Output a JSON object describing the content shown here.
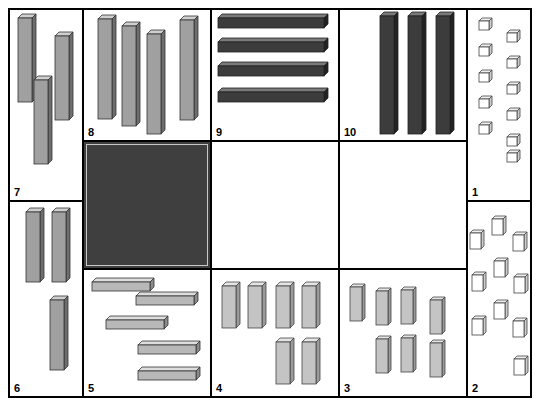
{
  "diagram": {
    "nodes": [
      {
        "text": [
          "7"
        ]
      },
      {
        "text": [
          "8"
        ]
      },
      {
        "text": [
          "9"
        ]
      },
      {
        "text": [
          "10"
        ]
      },
      {
        "text": [
          "1"
        ]
      },
      {
        "text": [
          "6"
        ]
      },
      {
        "text": [
          "2"
        ]
      },
      {
        "text": [
          "5"
        ]
      },
      {
        "text": [
          "4"
        ]
      },
      {
        "text": [
          "3"
        ]
      }
    ]
  }
}
